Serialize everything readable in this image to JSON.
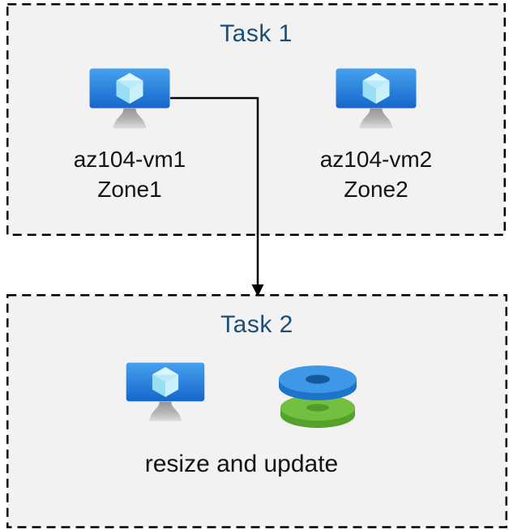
{
  "diagram": {
    "colors": {
      "box_background": "#f2f2f2",
      "box_border": "#000000",
      "title_text": "#1b4e79",
      "arrow": "#000000",
      "disk_blue_top": "#3f97e7",
      "disk_blue_side": "#1c75c9",
      "disk_blue_hole": "#135a9e",
      "disk_green_top": "#73bf42",
      "disk_green_side": "#54a22b",
      "disk_green_hole": "#519b28"
    },
    "task1": {
      "title": "Task 1",
      "vms": [
        {
          "name": "az104-vm1",
          "zone": "Zone1",
          "icon": "vm-icon"
        },
        {
          "name": "az104-vm2",
          "zone": "Zone2",
          "icon": "vm-icon"
        }
      ]
    },
    "connector": {
      "type": "elbow-arrow-down",
      "from": "az104-vm1",
      "to": "Task 2"
    },
    "task2": {
      "title": "Task 2",
      "caption": "resize and update",
      "icons": [
        "vm-icon",
        "disks-icon"
      ]
    }
  }
}
